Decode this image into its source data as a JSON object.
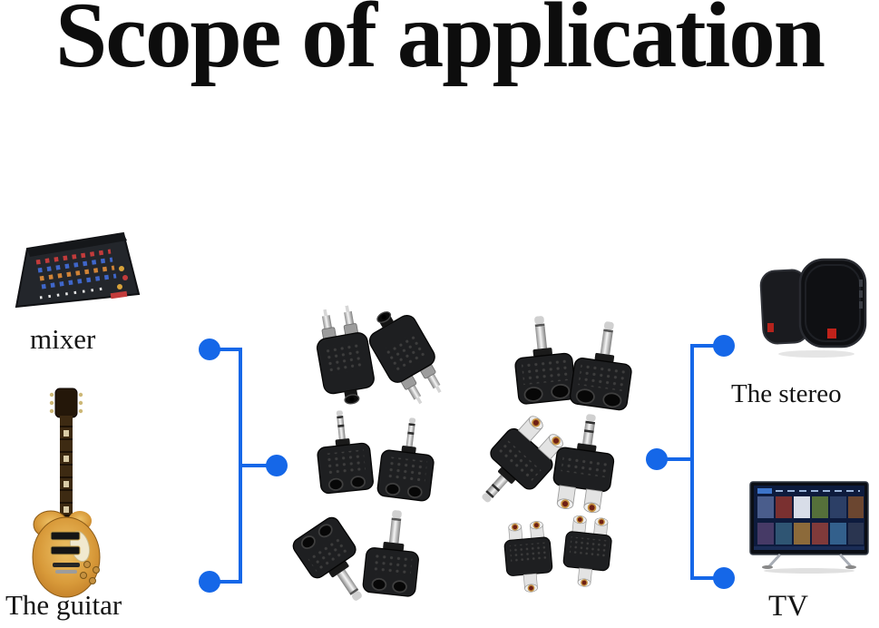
{
  "title": "Scope of application",
  "colors": {
    "accent_blue": "#1567e8",
    "background": "#ffffff",
    "title_text": "#0d0d0d"
  },
  "devices": {
    "left": [
      {
        "label": "mixer",
        "icon": "mixer-photo"
      },
      {
        "label": "The guitar",
        "icon": "electric-guitar-photo"
      }
    ],
    "right": [
      {
        "label": "The stereo",
        "icon": "stereo-speakers-photo"
      },
      {
        "label": "TV",
        "icon": "smart-tv-photo"
      }
    ]
  },
  "adapter_groups": {
    "left_column": [
      {
        "icon": "3.5mm-female-to-2-rca-male-adapter-pair"
      },
      {
        "icon": "3.5mm-male-to-2x-3.5mm-female-splitter-pair"
      },
      {
        "icon": "6.35mm-male-to-2x-3.5mm-female-splitter-pair"
      }
    ],
    "right_column": [
      {
        "icon": "6.35mm-mono-male-to-2x-6.35mm-female-splitter-pair"
      },
      {
        "icon": "6.35mm-stereo-male-to-2-rca-female-adapter-pair"
      },
      {
        "icon": "rca-female-to-2x-rca-female-splitter-pair"
      }
    ]
  }
}
